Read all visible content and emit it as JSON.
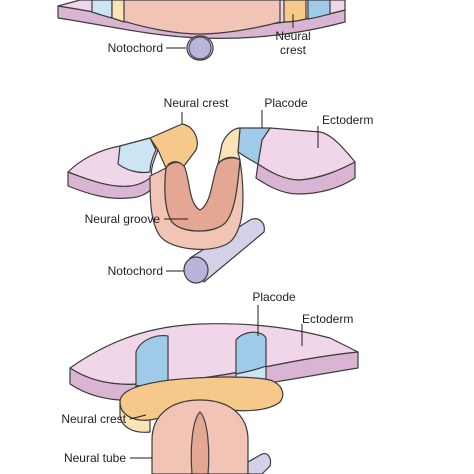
{
  "colors": {
    "ectoderm_top": "#f1d6ea",
    "ectoderm_side": "#d9b4d3",
    "neural_crest": "#f6c98a",
    "neural_crest_light": "#fbe3b8",
    "placode": "#9fcbe9",
    "placode_light": "#cde4f4",
    "neural_plate": "#f1c4b6",
    "neural_plate_dark": "#e3a794",
    "notochord": "#d3d0e8",
    "notochord_end": "#b9b4da"
  },
  "panels": [
    {
      "stage": "top",
      "labels": {
        "notochord": "Notochord",
        "neural_crest_line1": "Neural",
        "neural_crest_line2": "crest"
      }
    },
    {
      "stage": "middle",
      "labels": {
        "neural_crest": "Neural crest",
        "placode": "Placode",
        "ectoderm": "Ectoderm",
        "neural_groove": "Neural groove",
        "notochord": "Notochord"
      }
    },
    {
      "stage": "bottom",
      "labels": {
        "placode": "Placode",
        "ectoderm": "Ectoderm",
        "neural_crest": "Neural crest",
        "neural_tube": "Neural tube"
      }
    }
  ]
}
